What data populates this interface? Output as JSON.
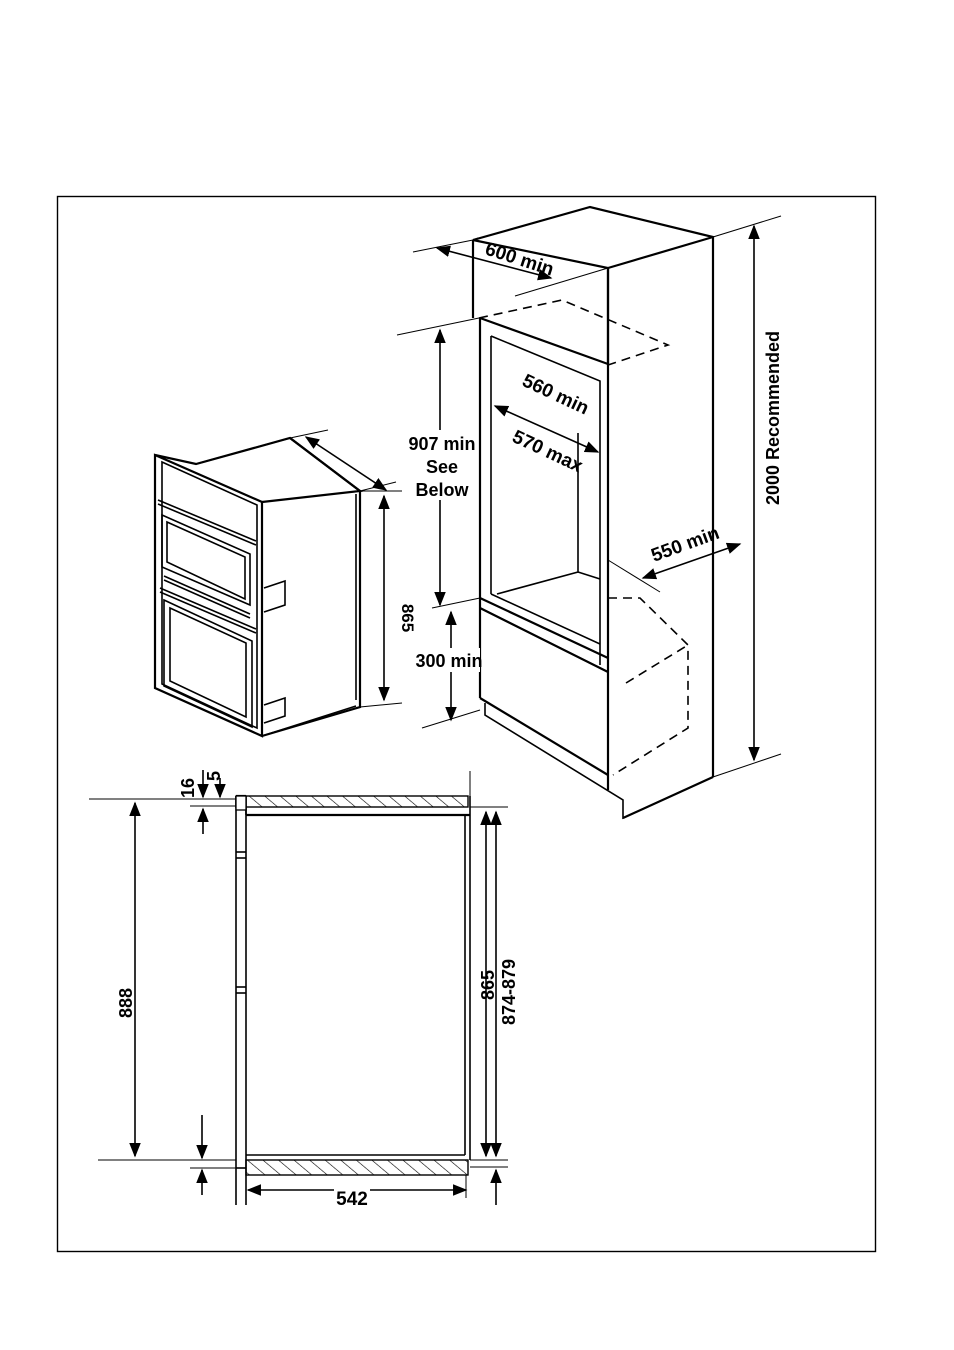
{
  "labels": {
    "width_600": "600 min",
    "height_2000": "2000 Recommended",
    "depth_560": "560 min",
    "width_570": "570 max",
    "height_907": "907 min",
    "see_below_1": "See",
    "see_below_2": "Below",
    "depth_550": "550 min",
    "plinth_300": "300 min",
    "oven_height_865": "865",
    "gap_16": "16",
    "gap_5": "5",
    "overall_888": "888",
    "inner_865": "865",
    "range_874_879": "874-879",
    "depth_542": "542"
  }
}
